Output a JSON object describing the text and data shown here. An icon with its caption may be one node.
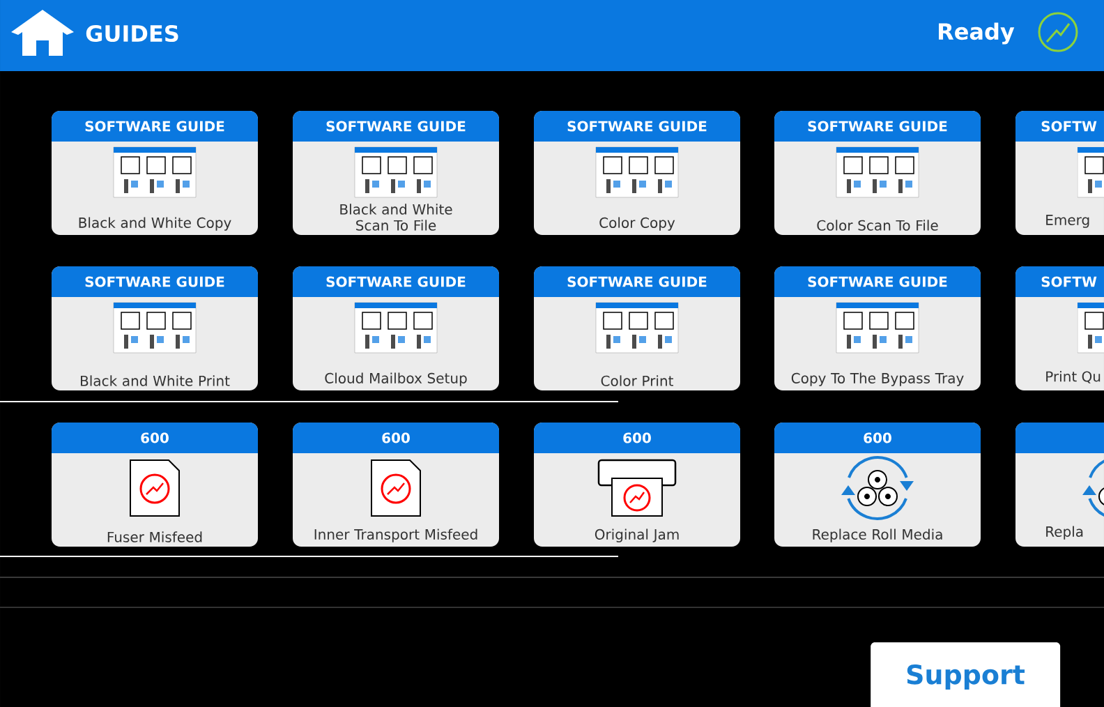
{
  "diagram": {
    "nodes": [
      {
        "text": [
          "SOFTWARE GUIDE",
          "Black and White Copy"
        ]
      },
      {
        "text": [
          "SOFTWARE GUIDE",
          "Black and White Scan To File"
        ]
      },
      {
        "text": [
          "SOFTWARE GUIDE",
          "Color Copy"
        ]
      },
      {
        "text": [
          "SOFTWARE GUIDE",
          "Color Scan To File"
        ]
      },
      {
        "text": [
          "SOFTW",
          "Emerg"
        ]
      },
      {
        "text": [
          "SOFTWARE GUIDE",
          "Black and White Print"
        ]
      },
      {
        "text": [
          "SOFTWARE GUIDE",
          "Cloud Mailbox Setup"
        ]
      },
      {
        "text": [
          "SOFTWARE GUIDE",
          "Color Print"
        ]
      },
      {
        "text": [
          "SOFTWARE GUIDE",
          "Copy To The Bypass Tray"
        ]
      },
      {
        "text": [
          "SOFTW",
          "Print Qu"
        ]
      },
      {
        "text": [
          "600",
          "Fuser Misfeed"
        ]
      },
      {
        "text": [
          "600",
          "Inner Transport Misfeed"
        ]
      },
      {
        "text": [
          "600",
          "Original Jam"
        ]
      },
      {
        "text": [
          "600",
          "Replace Roll Media"
        ]
      },
      {
        "text": [
          "Repla"
        ]
      },
      {
        "text": [
          "Support"
        ]
      }
    ],
    "edges": [],
    "labels": [
      "GUIDES",
      "Ready"
    ]
  }
}
